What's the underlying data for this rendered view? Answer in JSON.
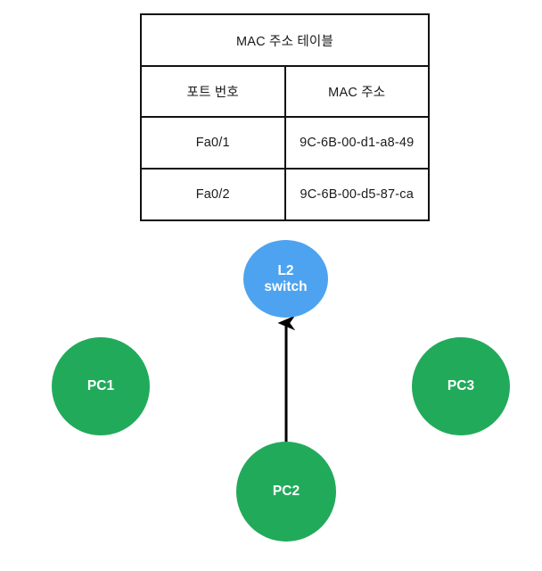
{
  "table": {
    "title": "MAC 주소 테이블",
    "columns": [
      "포트 번호",
      "MAC 주소"
    ],
    "rows": [
      {
        "port": "Fa0/1",
        "mac": "9C-6B-00-d1-a8-49"
      },
      {
        "port": "Fa0/2",
        "mac": "9C-6B-00-d5-87-ca"
      }
    ]
  },
  "diagram": {
    "switch": {
      "line1": "L2",
      "line2": "switch",
      "color": "#4da3ef"
    },
    "hosts": [
      {
        "label": "PC1",
        "color": "#22aa5b"
      },
      {
        "label": "PC2",
        "color": "#22aa5b"
      },
      {
        "label": "PC3",
        "color": "#22aa5b"
      }
    ],
    "link": {
      "from": "PC2",
      "to": "L2 switch",
      "direction": "up",
      "color": "#000000"
    }
  },
  "colors": {
    "background": "#ffffff",
    "table_border": "#111111",
    "text": "#1a1a1a",
    "switch_fill": "#4da3ef",
    "host_fill": "#22aa5b",
    "arrow": "#000000"
  }
}
